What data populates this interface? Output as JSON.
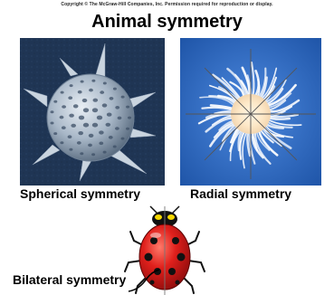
{
  "header": {
    "copyright": "Copyright © The McGraw-Hill Companies, Inc. Permission required for reproduction or display.",
    "title": "Animal symmetry"
  },
  "panels": [
    {
      "id": "spherical",
      "caption": "Spherical symmetry",
      "background": "#1f3554"
    },
    {
      "id": "radial",
      "caption": "Radial symmetry",
      "background": "#2f6cc4"
    },
    {
      "id": "bilateral",
      "caption": "Bilateral symmetry",
      "shell_color": "#d81818"
    }
  ]
}
